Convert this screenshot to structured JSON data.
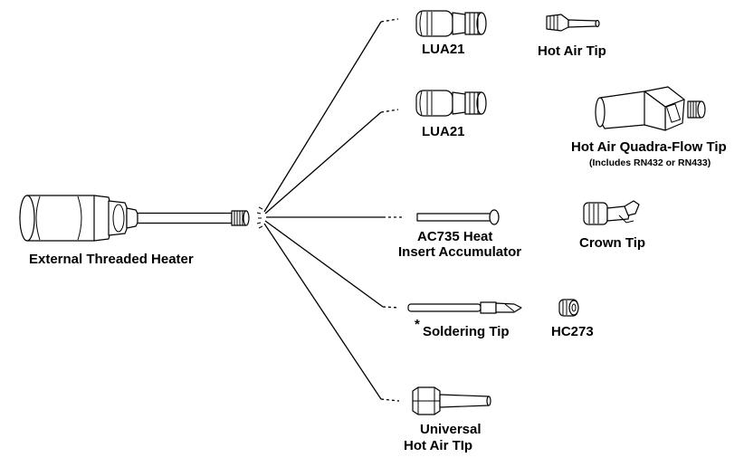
{
  "heater": {
    "label": "External Threaded Heater"
  },
  "parts": [
    {
      "label": "LUA21",
      "paired": {
        "label": "Hot Air Tip"
      }
    },
    {
      "label": "LUA21",
      "paired": {
        "label": "Hot Air Quadra-Flow Tip",
        "note": "(Includes RN432 or RN433)"
      }
    },
    {
      "label_line1": "AC735 Heat",
      "label_line2": "Insert Accumulator",
      "paired": {
        "label": "Crown Tip"
      }
    },
    {
      "label_marker": "*",
      "label": "Soldering Tip",
      "paired": {
        "label": "HC273"
      }
    },
    {
      "label_line1": "Universal",
      "label_line2": "Hot Air TIp"
    }
  ]
}
